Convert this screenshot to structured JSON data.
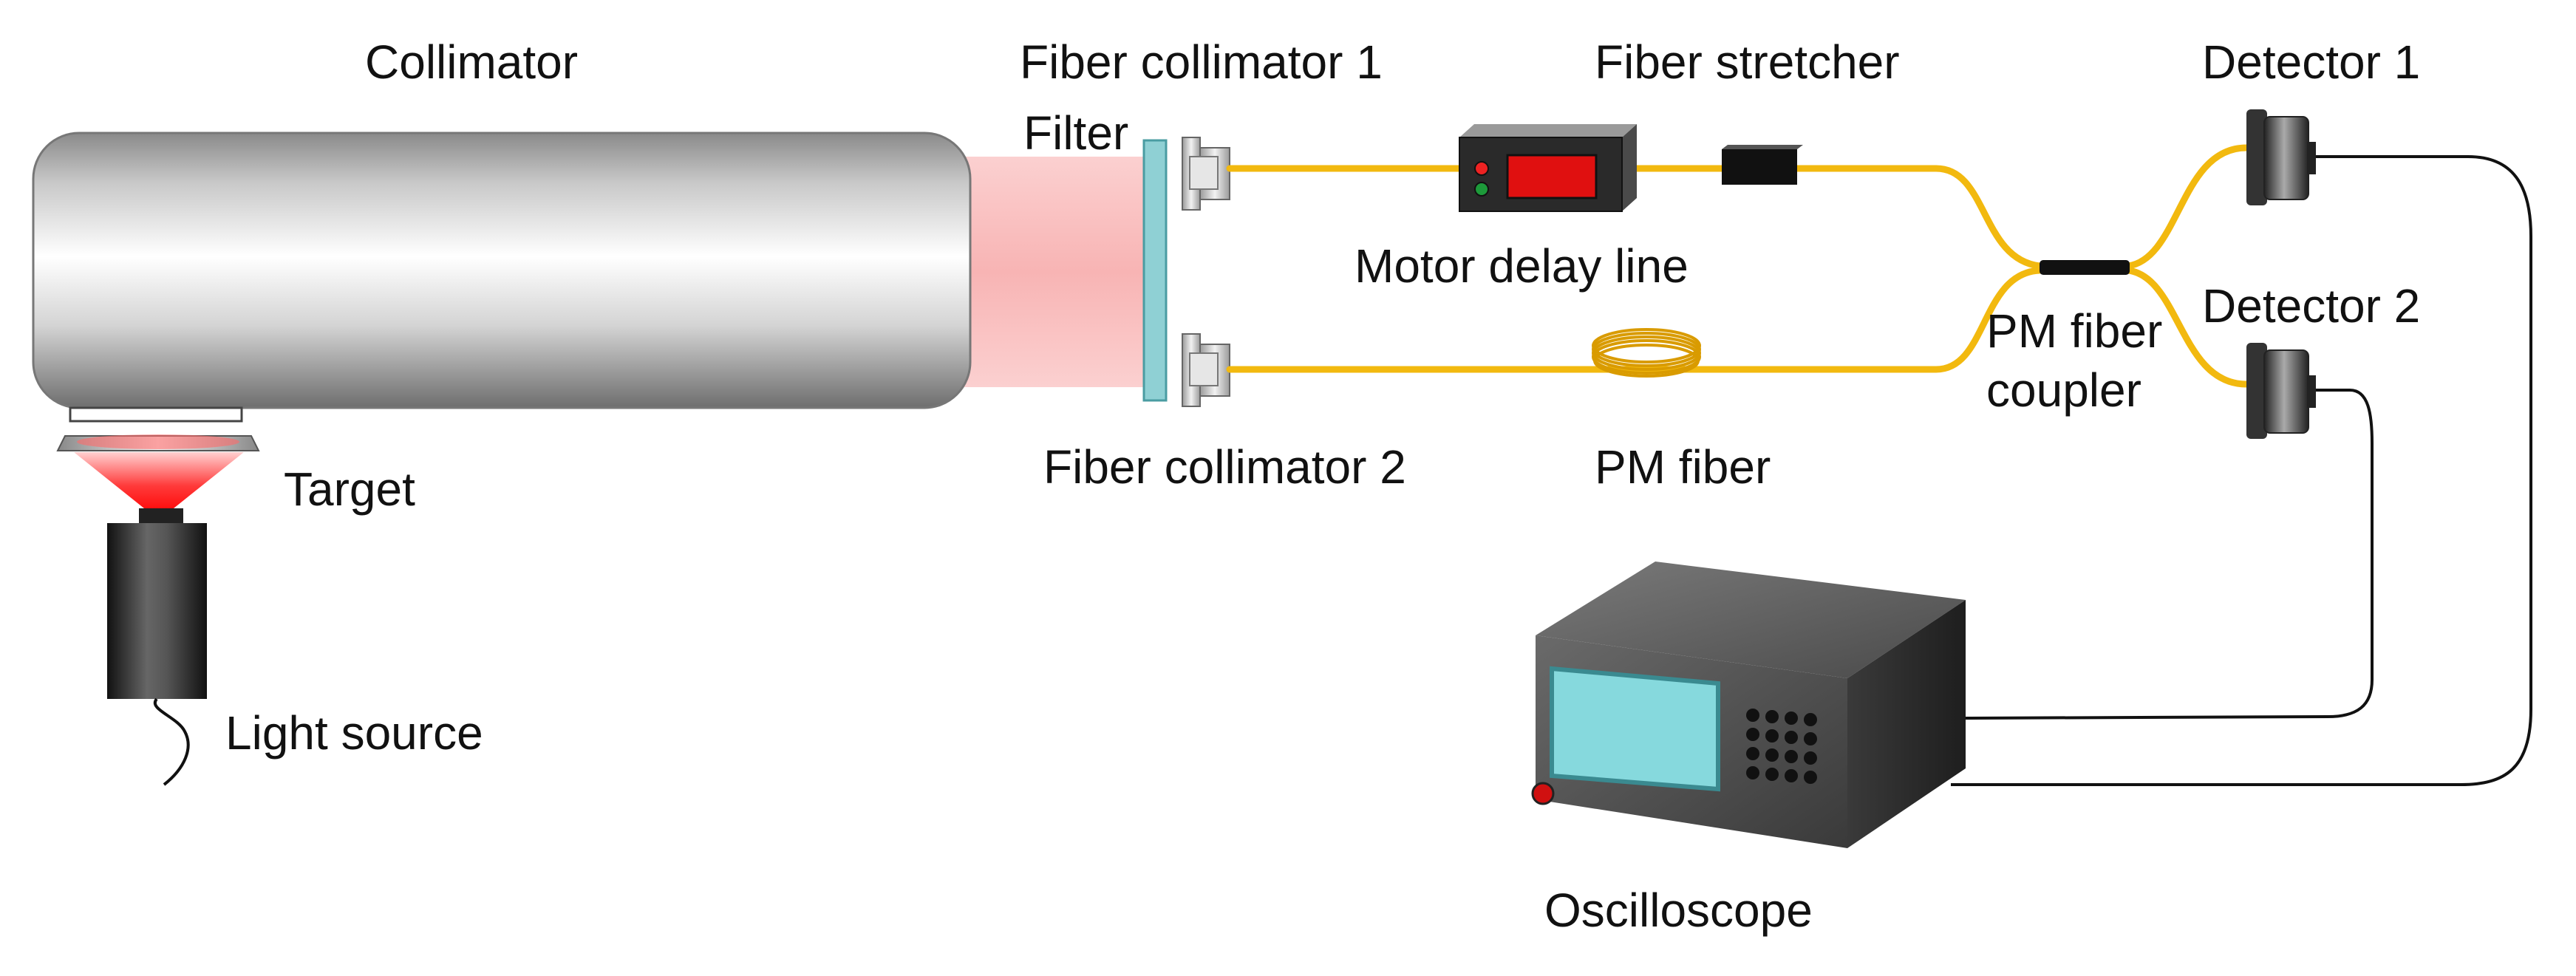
{
  "labels": {
    "collimator": "Collimator",
    "fiber_collimator_1": "Fiber collimator 1",
    "filter": "Filter",
    "fiber_stretcher": "Fiber stretcher",
    "detector_1": "Detector 1",
    "motor_delay_line": "Motor delay line",
    "detector_2": "Detector 2",
    "pm_fiber_coupler_line1": "PM fiber",
    "pm_fiber_coupler_line2": "coupler",
    "target": "Target",
    "fiber_collimator_2": "Fiber collimator 2",
    "pm_fiber": "PM fiber",
    "light_source": "Light source",
    "oscilloscope": "Oscilloscope"
  },
  "colors": {
    "fiber": "#f2b90f",
    "beam": "#fbc7c7",
    "light_cone": "#ff2a2a",
    "delay_display": "#e01010",
    "scope_screen": "#86d9dd",
    "filter": "#8fd0d4",
    "cable": "#111111"
  }
}
